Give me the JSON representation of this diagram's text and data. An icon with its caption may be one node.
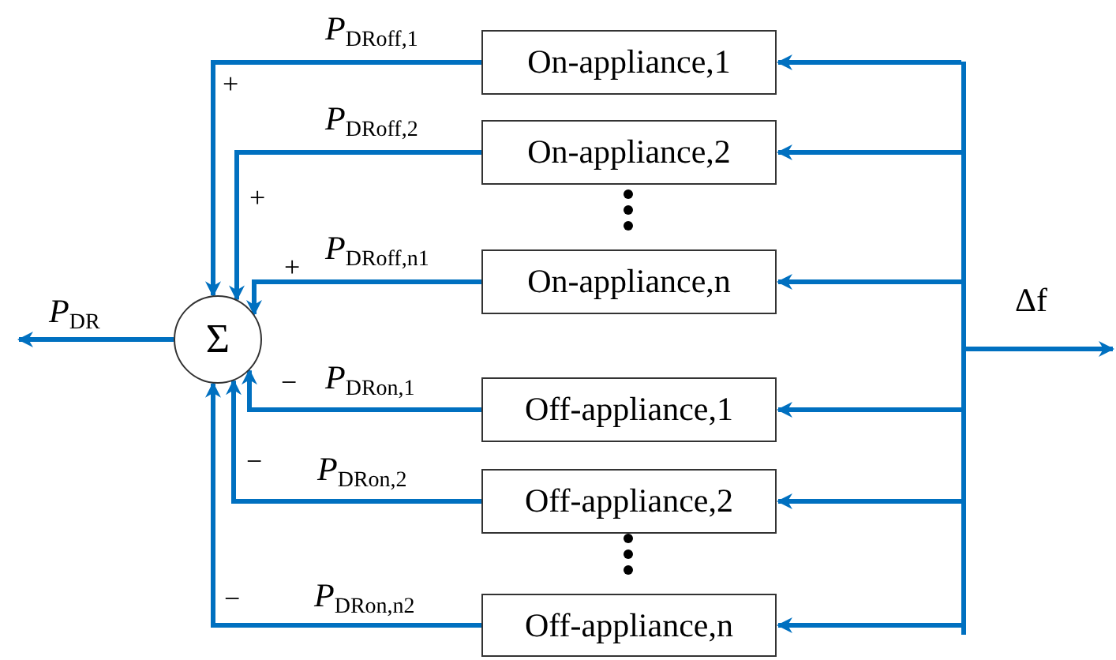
{
  "diagram": {
    "nodes": [
      {
        "text": [
          "Σ"
        ]
      },
      {
        "text": [
          "On-appliance,1"
        ]
      },
      {
        "text": [
          "On-appliance,2"
        ]
      },
      {
        "text": [
          "On-appliance,n"
        ]
      },
      {
        "text": [
          "Off-appliance,1"
        ]
      },
      {
        "text": [
          "Off-appliance,2"
        ]
      },
      {
        "text": [
          "Off-appliance,n"
        ]
      },
      {
        "text": [],
        "shape": "bar"
      }
    ],
    "edges": [
      {
        "from": 1,
        "to": 0,
        "arrow": "to",
        "label": "*P*$_{DRoff,1}$"
      },
      {
        "from": 2,
        "to": 0,
        "arrow": "to",
        "label": "*P*$_{DRoff,2}$"
      },
      {
        "from": 3,
        "to": 0,
        "arrow": "to",
        "label": "*P*$_{DRoff,n1}$"
      },
      {
        "from": 4,
        "to": 0,
        "arrow": "to",
        "label": "*P*$_{DRon,1}$"
      },
      {
        "from": 5,
        "to": 0,
        "arrow": "to",
        "label": "*P*$_{DRon,2}$"
      },
      {
        "from": 6,
        "to": 0,
        "arrow": "to",
        "label": "*P*$_{DRon,n2}$"
      },
      {
        "from": 0,
        "to": null,
        "arrow": "to",
        "label": "*P*$_{DR}$"
      },
      {
        "from": 7,
        "to": 1,
        "arrow": "to"
      },
      {
        "from": 7,
        "to": 2,
        "arrow": "to"
      },
      {
        "from": 7,
        "to": 3,
        "arrow": "to"
      },
      {
        "from": 7,
        "to": 4,
        "arrow": "to"
      },
      {
        "from": 7,
        "to": 5,
        "arrow": "to"
      },
      {
        "from": 7,
        "to": 6,
        "arrow": "to"
      },
      {
        "from": 7,
        "to": null,
        "arrow": "to",
        "label": "Δf"
      }
    ],
    "labels": [
      "+",
      "+",
      "+",
      "−",
      "−",
      "−"
    ]
  }
}
